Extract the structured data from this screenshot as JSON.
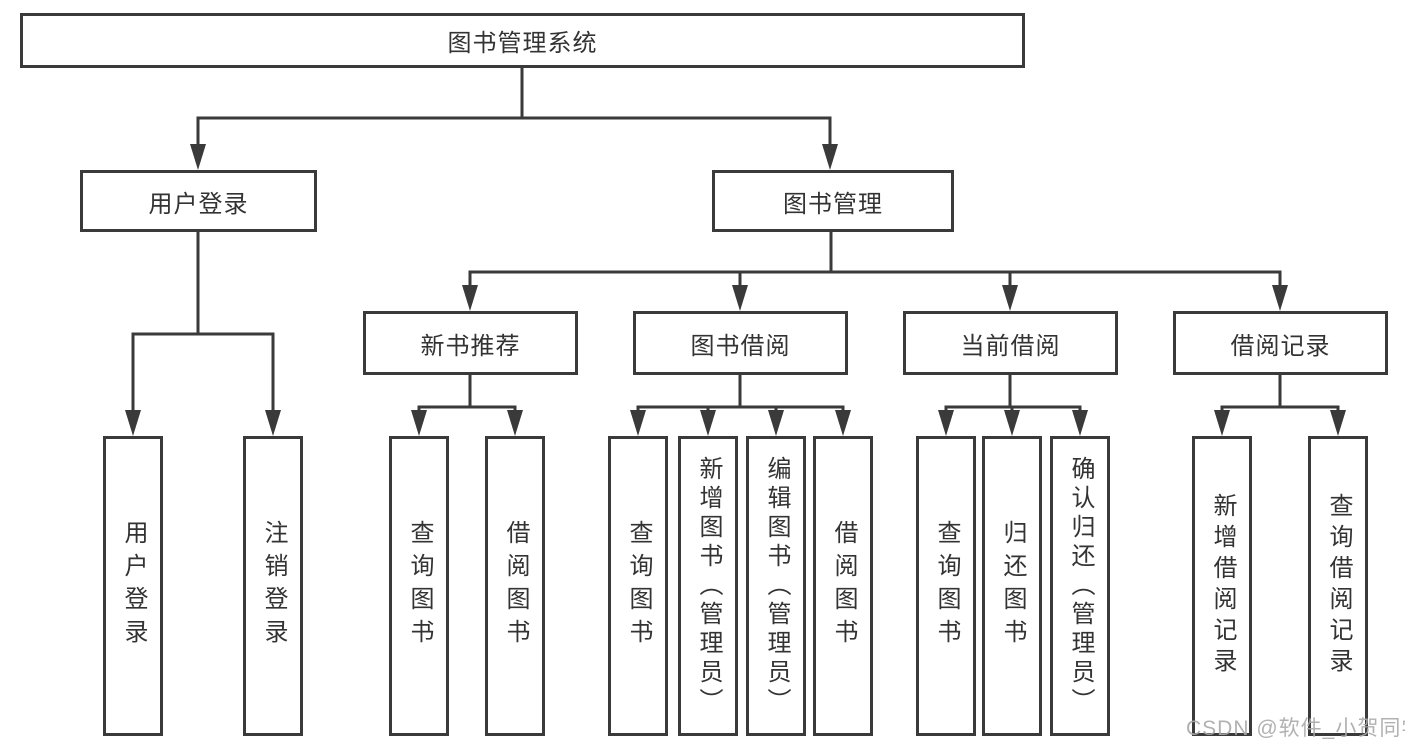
{
  "diagram_title": "图书管理系统",
  "colors": {
    "background": "#ffffff",
    "line": "#3a3a3a",
    "text": "#333333",
    "watermark": "#a9a9a9"
  },
  "nodes": {
    "root": "图书管理系统",
    "user_login": "用户登录",
    "book_mgmt": "图书管理",
    "new_book_rec": "新书推荐",
    "book_borrow": "图书借阅",
    "current_borrow": "当前借阅",
    "borrow_records": "借阅记录",
    "leaf_user_login": "用户登录",
    "leaf_logout": "注销登录",
    "leaf_nbr_query": "查询图书",
    "leaf_nbr_borrow": "借阅图书",
    "leaf_bb_query": "查询图书",
    "leaf_bb_add": "新增图书（管理员）",
    "leaf_bb_edit": "编辑图书（管理员）",
    "leaf_bb_borrow": "借阅图书",
    "leaf_cb_query": "查询图书",
    "leaf_cb_return": "归还图书",
    "leaf_cb_confirm": "确认归还（管理员）",
    "leaf_br_add": "新增借阅记录",
    "leaf_br_query": "查询借阅记录"
  },
  "hierarchy": {
    "图书管理系统": {
      "用户登录": [
        "用户登录",
        "注销登录"
      ],
      "图书管理": {
        "新书推荐": [
          "查询图书",
          "借阅图书"
        ],
        "图书借阅": [
          "查询图书",
          "新增图书（管理员）",
          "编辑图书（管理员）",
          "借阅图书"
        ],
        "当前借阅": [
          "查询图书",
          "归还图书",
          "确认归还（管理员）"
        ],
        "借阅记录": [
          "新增借阅记录",
          "查询借阅记录"
        ]
      }
    }
  },
  "watermark": "CSDN @软件_小贺同学"
}
